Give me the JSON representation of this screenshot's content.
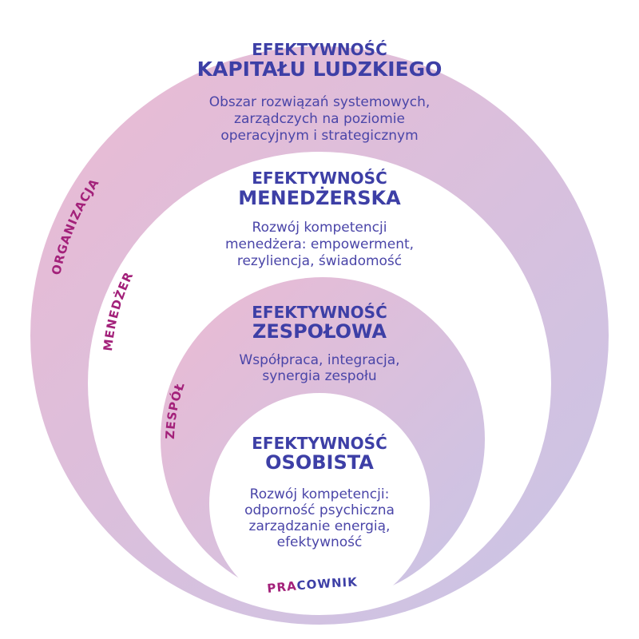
{
  "colors": {
    "gradient_start": "#ebbad3",
    "gradient_end": "#c9c5e6",
    "title": "#3d3fa6",
    "description": "#4a45a8",
    "label_accent": "#a3217a",
    "label_alt": "#3d3fa6"
  },
  "rings": [
    {
      "id": "organizacja",
      "title_line1": "EFEKTYWNOŚĆ",
      "title_line2": "KAPITAŁU LUDZKIEGO",
      "description": [
        "Obszar rozwiązań systemowych,",
        "zarządczych na poziomie",
        "operacyjnym i strategicznym"
      ],
      "label": "ORGANIZACJA"
    },
    {
      "id": "menedzer",
      "title_line1": "EFEKTYWNOŚĆ",
      "title_line2": "MENEDŻERSKA",
      "description": [
        "Rozwój kompetencji",
        "menedżera: empowerment,",
        "rezyliencja, świadomość"
      ],
      "label": "MENEDŻER"
    },
    {
      "id": "zespol",
      "title_line1": "EFEKTYWNOŚĆ",
      "title_line2": "ZESPOŁOWA",
      "description": [
        "Współpraca, integracja,",
        "synergia zespołu"
      ],
      "label": "ZESPÓŁ"
    },
    {
      "id": "pracownik",
      "title_line1": "EFEKTYWNOŚĆ",
      "title_line2": "OSOBISTA",
      "description": [
        "Rozwój kompetencji:",
        "odporność psychiczna",
        "zarządzanie energią,",
        "efektywność"
      ],
      "label_part1": "PRA",
      "label_part2": "COWNIK"
    }
  ]
}
